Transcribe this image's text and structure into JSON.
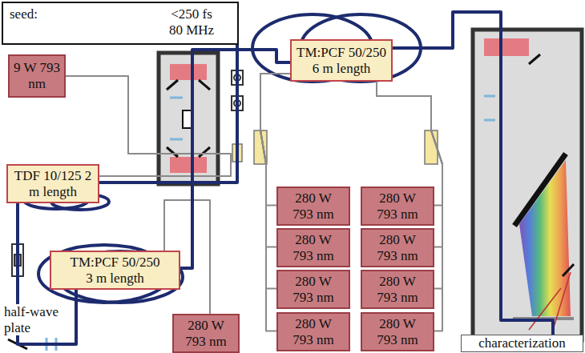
{
  "diagram": {
    "nodes": [
      {
        "text": [
          "seed:",
          "<250 fs 80 MHz"
        ]
      },
      {
        "text": [
          "9 W 793 nm"
        ]
      },
      {
        "text": [
          "TDF 10/125 2 m length"
        ]
      },
      {
        "text": [
          "TM:PCF 50/250 3 m length"
        ]
      },
      {
        "text": [
          "280 W 793 nm"
        ]
      },
      {
        "text": [
          "TM:PCF 50/250 6 m length"
        ]
      },
      {
        "text": [
          "280 W 793 nm"
        ]
      },
      {
        "text": [
          "280 W 793 nm"
        ]
      },
      {
        "text": [
          "280 W 793 nm"
        ]
      },
      {
        "text": [
          "280 W 793 nm"
        ]
      },
      {
        "text": [
          "280 W 793 nm"
        ]
      },
      {
        "text": [
          "280 W 793 nm"
        ]
      },
      {
        "text": [
          "280 W 793 nm"
        ]
      },
      {
        "text": [
          "280 W 793 nm"
        ]
      },
      {
        "text": [
          "characterization"
        ]
      }
    ],
    "edges": [
      {
        "from": 0,
        "to": 2,
        "arrow": "none"
      },
      {
        "from": 1,
        "to": 2,
        "arrow": "none"
      },
      {
        "from": 2,
        "to": 3,
        "arrow": "none"
      },
      {
        "from": 4,
        "to": 3,
        "arrow": "none"
      },
      {
        "from": 3,
        "to": 5,
        "arrow": "none"
      },
      {
        "from": 6,
        "to": 5,
        "arrow": "none"
      },
      {
        "from": 7,
        "to": 5,
        "arrow": "none"
      },
      {
        "from": 8,
        "to": 5,
        "arrow": "none"
      },
      {
        "from": 9,
        "to": 5,
        "arrow": "none"
      },
      {
        "from": 10,
        "to": 5,
        "arrow": "none"
      },
      {
        "from": 11,
        "to": 5,
        "arrow": "none"
      },
      {
        "from": 12,
        "to": 5,
        "arrow": "none"
      },
      {
        "from": 13,
        "to": 5,
        "arrow": "none"
      },
      {
        "from": 5,
        "to": 14,
        "arrow": "none"
      }
    ],
    "labels": [
      "half-wave plate"
    ]
  }
}
